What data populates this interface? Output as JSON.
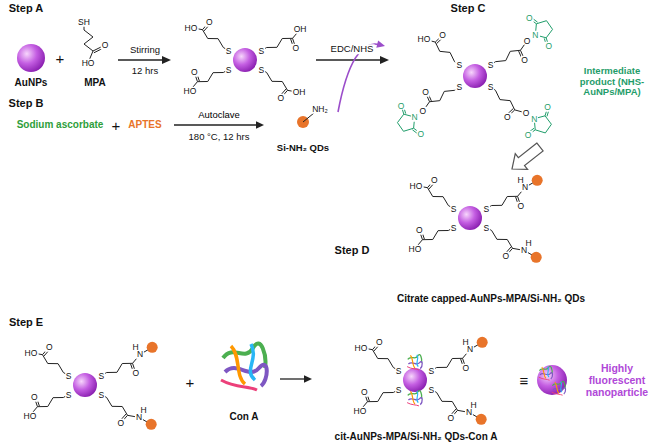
{
  "diagram": {
    "nodes": [
      {
        "text": [
          "AuNPs"
        ]
      },
      {
        "text": [
          "MPA"
        ]
      },
      {
        "text": [
          "Sodium ascorbate"
        ]
      },
      {
        "text": [
          "APTES"
        ]
      },
      {
        "text": [
          "Si-NH₂ QDs"
        ]
      },
      {
        "text": [
          "Intermediate product (NHS-AuNPs/MPA)"
        ]
      },
      {
        "text": [
          "Citrate capped-AuNPs-MPA/Si-NH₂ QDs"
        ]
      },
      {
        "text": [
          "Con A"
        ]
      },
      {
        "text": [
          "cit-AuNPs-MPA/Si-NH₂ QDs-Con A"
        ]
      }
    ],
    "edges": [
      {
        "from": 3,
        "to": 4,
        "label": "Autoclave",
        "arrow": "to"
      },
      {
        "from": 4,
        "to": 5,
        "arrow": "to"
      },
      {
        "from": 5,
        "to": 6,
        "arrow": "to"
      },
      {
        "from": 7,
        "to": 8,
        "arrow": "to"
      }
    ],
    "labels": [
      "Step A",
      "+",
      "SH",
      "O",
      "HO",
      "Stirring",
      "12 hrs",
      "S",
      "O",
      "HO",
      "S",
      "O",
      "OH",
      "S",
      "O",
      "OH",
      "S",
      "O",
      "HO",
      "EDC/NHS",
      "Step C",
      "S",
      "O",
      "HO",
      "S",
      "O",
      "O",
      "N",
      "O",
      "O",
      "S",
      "O",
      "O",
      "N",
      "O",
      "O",
      "S",
      "O",
      "O",
      "N",
      "O",
      "O",
      "Step B",
      "+",
      "180 °C, 12 hrs",
      "NH₂",
      "Step D",
      "S",
      "O",
      "HO",
      "S",
      "O",
      "N",
      "H",
      "S",
      "O",
      "N",
      "H",
      "S",
      "O",
      "HO",
      "Step E",
      "S",
      "O",
      "HO",
      "S",
      "O",
      "N",
      "H",
      "S",
      "O",
      "N",
      "H",
      "S",
      "O",
      "HO",
      "+",
      "S",
      "O",
      "HO",
      "S",
      "O",
      "N",
      "H",
      "S",
      "O",
      "N",
      "H",
      "S",
      "O",
      "HO",
      "≡",
      "Highly fluorescent nanoparticle"
    ]
  }
}
